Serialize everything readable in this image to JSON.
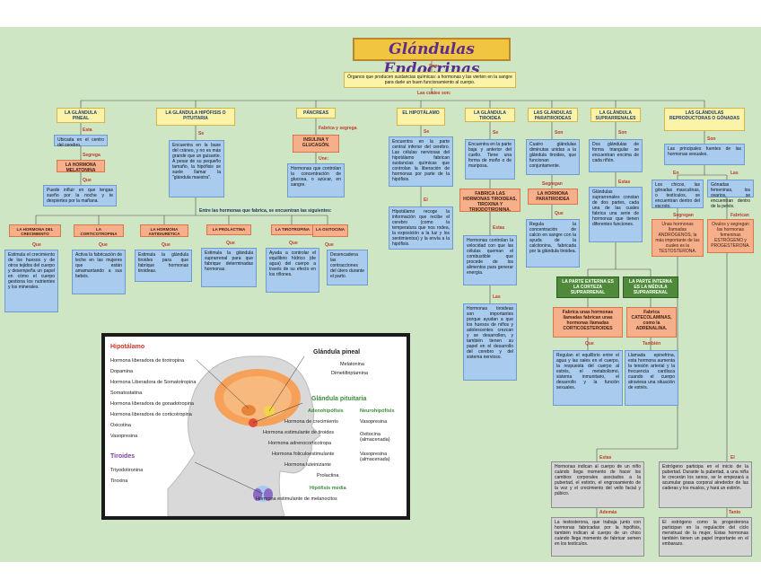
{
  "title": "Glándulas Endocrinas",
  "top": {
    "son_label": "Son:",
    "definition": "Órganos que producen sustancias químicas: a hormonas y las vierten en la sangre para darle un buen funcionamiento al cuerpo.",
    "las_cuales_son": "Las cuales son:"
  },
  "glands": {
    "pineal": {
      "title": "LA GLÁNDULA PINEAL",
      "esta_label": "Esta",
      "located": "Ubicada en el centro del cerebro.",
      "segrega_label": "Segrega",
      "hormone": "LA HORMONA MELATONINA",
      "que_label": "Que",
      "effect": "Puede influir en que tengas sueño por la noche y te despiertes por la mañana."
    },
    "hipofisis": {
      "title": "LA GLÁNDULA HIPÓFISIS O PITUITARIA",
      "se_label": "Se",
      "desc": "Encuentra en la base del cráneo, y no es más grande que un guisante. A pesar de su pequeño tamaño, la hipófisis se suele llamar la \"glándula maestra\".",
      "between": "Entre las hormonas que fabrica, se encuentran las siguientes:",
      "hormones": [
        {
          "name": "LA HORMONA DEL CRECIMIENTO",
          "que": "Que",
          "desc": "Estimula el crecimiento de los huesos y de otros tejidos del cuerpo y desempeña un papel en cómo el cuerpo gestiona los nutrientes y los minerales."
        },
        {
          "name": "LA CORTICOTROPINA",
          "que": "Que",
          "desc": "Activa la fabricación de leche en las mujeres que están amamantando a sus bebés."
        },
        {
          "name": "LA HORMONA ANTIDIURÉTICA",
          "que": "Que",
          "desc": "Estimula la glándula tiroides para que fabrique hormonas tiroideas."
        },
        {
          "name": "LA PROLACTINA",
          "que": "Que",
          "desc": "Estimula la glándula suprarrenal para que fabrique determinadas hormonas."
        },
        {
          "name": "LA TIROTROPINA",
          "que": "Que",
          "desc": "Ayuda a controlar el equilibrio hídrico (de agua) del cuerpo a través de su efecto en los riñones."
        },
        {
          "name": "LA OXITOCINA",
          "que": "Que",
          "desc": "Desencadena las contracciones del útero durante el parto."
        }
      ]
    },
    "pancreas": {
      "title": "PÁNCREAS",
      "fabrica_label": "Fabrica y segrega",
      "hormone": "INSULINA Y GLUCAGÓN.",
      "une_label": "Une:",
      "desc": "Hormonas que controlan la concentración de glucosa, o azúcar, en sangre."
    },
    "hipotalamo": {
      "title": "EL HIPOTÁLAMO",
      "se_label": "Se",
      "desc": "Encuentra en la parte central inferior del cerebro. Las células nerviosas del hipotálamo fabrican sustancias químicas que controlan la liberación de hormonas por parte de la hipófisis.",
      "el_label": "El",
      "desc2": "Hipotálamo recoge la información que recibe el cerebro (como la temperatura que nos rodea, la exposición a la luz y los sentimientos) y la envía a la hipófisis."
    },
    "tiroides": {
      "title": "LA GLÁNDULA TIROIDEA",
      "se_label": "Se",
      "desc": "Encuentra en la parte baja y anterior del cuello. Tiene una forma de moño o de mariposa.",
      "fabrica": "FABRICA LAS HORMONAS TIROIDEAS, TIROXINA Y TRIIODOTIRONINA.",
      "estas_label": "Estas",
      "desc2": "Hormonas controlan la velocidad con que las células queman el combustible que procede de los alimentos para generar energía.",
      "las_label": "Las",
      "desc3": "Hormonas tiroideas son importantes porque ayudan a que los huesos de niños y adolescentes crezcan y se desarrollen, y también tienen su papel en el desarrollo del cerebro y del sistema nervioso."
    },
    "paratiroideas": {
      "title": "LAS GLÁNDULAS PARATIROIDEAS",
      "son_label": "Son",
      "desc": "Cuatro glándulas diminutas unidas a la glándula tiroides, que funcionan conjuntamente.",
      "segregan_label": "Segregan",
      "hormone": "LA HORMONA PARATIROIDEA",
      "que_label": "Que",
      "desc2": "Regula la concentración de calcio en sangre con la ayuda de la calcitonina, fabricada por la glándula tiroidea."
    },
    "suprarrenales": {
      "title": "LA GLÁNDULA SUPRARRENALES",
      "son_label": "Son",
      "desc": "Dos glándulas de forma triangular se encuentran encima de cada riñón.",
      "estas_label": "Estas",
      "desc2": "Glándulas suprarrenales constan de dos partes, cada una de las cuales fabrica una serie de hormonas que tienen diferentes funciones.",
      "cortex": "LA PARTE EXTERNA ES LA CORTEZA SUPRARRENAL",
      "medula": "LA PARTE INTERNA ES LA MÉDULA SUPRARRENAL",
      "cortex_fab": "Fabrica unas hormonas llamadas fabrican unas hormonas llamadas CORTICOESTEROIDES",
      "cortex_que": "Que",
      "cortex_desc": "Regulan el equilibrio entre el agua y las sales en el cuerpo, la respuesta del cuerpo al estrés, el metabolismo, sistema inmunitario, el desarrollo y la función sexuales.",
      "medula_fab": "Fabrica CATECOLAMINAS, como la ADRENALINA.",
      "medula_tambien": "También",
      "medula_desc": "Llamada epinefrina, esta hormona aumenta la tensión arterial y la frecuencia cardíaca cuando el cuerpo atraviesa una situación de estrés."
    },
    "gonadas": {
      "title": "LAS GLÁNDULAS REPRODUCTORAS O GÓNADAS",
      "son_label": "Son",
      "desc": "Las principales fuentes de las hormonas sexuales.",
      "en_label": "En",
      "males": "Los chicos, las gónadas masculinas, o testículos, se encuentran dentro del escroto.",
      "las_label": "Las",
      "females": "Gónadas femeninas, los ovarios, se encuentran dentro de la pelvis.",
      "segregan_label": "Segregan",
      "male_h": "Unas hormonas llamadas ANDRÓGENOS, la más importante de las cuales es la TESTOSTERONA.",
      "fabrican_label": "Fabrican",
      "female_h": "Ovulos y segregan las hormonas femeninas ESTRÓGENO y PROGESTERONA.",
      "estas_label": "Estas",
      "male_d": "Hormonas indican al cuerpo de un niño cuándo llega momento de hacer los cambios corporales asociados a la pubertad, el estirón, el engrosamiento de la voz y el crecimiento del vello facial y púbico.",
      "ademas_label": "Además",
      "male_d2": "La testosterona, que trabaja junto con hormonas fabricadas por la hipófisis, también indican al cuerpo de un chico cuándo llega momento de fabricar semen en los testículos.",
      "el_label": "El",
      "female_d": "Estrógeno participa en el inicio de la pubertad. Durante la pubertad, a una niña le crecerán los senos, se le empezará a acumular grasa corporal alrededor de las caderas y los muslos, y hará un estirón.",
      "tanto_label": "Tanto",
      "female_d2": "El estrógeno como la progesterona participan en la regulación del ciclo menstrual de la mujer. Estas hormonas también tienen un papel importante en el embarazo."
    }
  },
  "image": {
    "hipotalamo_hdr": "Hipotálamo",
    "hipotalamo_items": [
      "Hormona liberadora de tirotropina",
      "Dopamina",
      "Hormona Liberadora de Somatotropina",
      "Somatostatina",
      "Hormona liberadora de gonadotropina",
      "Hormona liberadora de corticotropina",
      "Oxicotina",
      "Vasopresina"
    ],
    "tiroides_hdr": "Tiroides",
    "tiroides_items": [
      "Triyodotironina",
      "Tiroxina"
    ],
    "pineal_hdr": "Glándula pineal",
    "pineal_items": [
      "Melatonina",
      "Dimetiltriptamina"
    ],
    "pituitaria_hdr": "Glándula pituitaria",
    "adeno": "Adenohipófisis",
    "neuro": "Neurohipófisis",
    "adeno_items": [
      "Hormona de crecimiento",
      "Hormona estimulante de tiroides",
      "Hormona adrenocorticotropa",
      "Hormona foliculoestimulante",
      "Hormona luteinizante",
      "Prolactina"
    ],
    "neuro_items": [
      "Vasopresina",
      "Oxitocina (almacenada)",
      "Vasopresina (almacenada)"
    ],
    "media": "Hipófisis media",
    "media_item": "Hormona estimulante de melanocitos"
  }
}
